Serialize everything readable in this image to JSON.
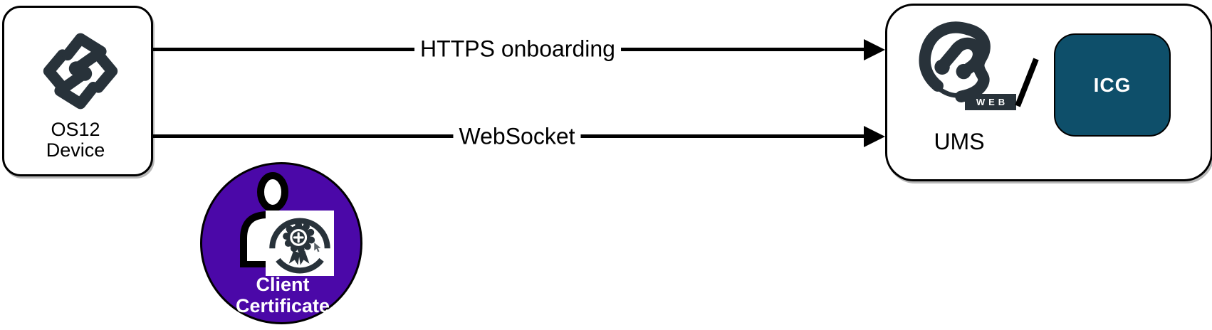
{
  "colors": {
    "background": "#ffffff",
    "logo_ink": "#28323a",
    "arrow_black": "#000000",
    "certificate_purple": "#4b08a8",
    "icg_teal": "#0e4f6a",
    "certificate_text": "#ffffff"
  },
  "left_node": {
    "icon": "igel-os12-logo",
    "label_lines": [
      "OS12",
      "Device"
    ]
  },
  "arrows": [
    {
      "label": "HTTPS onboarding",
      "direction": "left-to-right"
    },
    {
      "label": "WebSocket",
      "direction": "left-to-right"
    }
  ],
  "certificate_badge": {
    "icon": "user-certificate",
    "label_lines": [
      "Client",
      "Certificate"
    ]
  },
  "right_node": {
    "icon": "igel-ums-web-logo",
    "web_badge": "WEB",
    "label": "UMS",
    "separator": "/",
    "icg": {
      "label": "ICG"
    }
  }
}
